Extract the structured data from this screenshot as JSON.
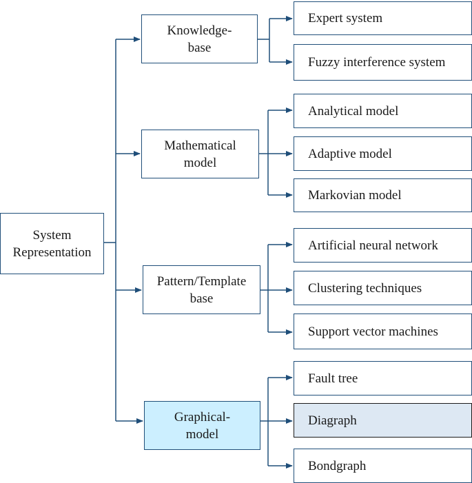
{
  "root": {
    "label": "System\nRepresentation"
  },
  "categories": [
    {
      "label": "Knowledge-\nbase",
      "items": [
        "Expert system",
        "Fuzzy interference system"
      ]
    },
    {
      "label": "Mathematical\nmodel",
      "items": [
        "Analytical model",
        "Adaptive model",
        "Markovian model"
      ]
    },
    {
      "label": "Pattern/Template\nbase",
      "items": [
        "Artificial neural network",
        "Clustering techniques",
        "Support vector machines"
      ]
    },
    {
      "label": "Graphical-\nmodel",
      "items": [
        "Fault tree",
        "Diagraph",
        "Bondgraph"
      ]
    }
  ],
  "colors": {
    "line": "#1f4e79",
    "highlight_category": "#ccefff",
    "highlight_item": "#dde8f3"
  }
}
